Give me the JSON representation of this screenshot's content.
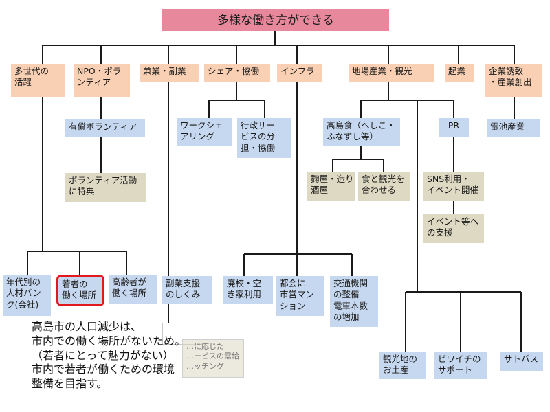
{
  "root": "多様な働き方ができる",
  "categories": {
    "tasedai": [
      "多世代の",
      "活躍"
    ],
    "npo": [
      "NPO・ボラ",
      "ンティア"
    ],
    "kengyo": "兼業・副業",
    "share": "シェア・協働",
    "infra": "インフラ",
    "jiba": "地場産業・観光",
    "kigyo": "起業",
    "yuchi": [
      "企業誘致",
      "・産業創出"
    ]
  },
  "npo_children": {
    "yusho": "有償ボランティア",
    "tokuten": [
      "ボランティア活動",
      "に特典"
    ]
  },
  "share_children": {
    "worksharing": [
      "ワークシェ",
      "アリング"
    ],
    "gyosei": [
      "行政サー",
      "ビスの分",
      "担・協働"
    ]
  },
  "jiba_children": {
    "takashimashoku": [
      "高島食（へしこ・",
      "ふなずし等）"
    ],
    "kojiya": [
      "麹屋・造り",
      "酒屋"
    ],
    "shoku_kanko": [
      "食と観光を",
      "合わせる"
    ],
    "pr": "PR",
    "sns": [
      "SNS利用・",
      "イベント開催"
    ],
    "event_shien": [
      "イベント等へ",
      "の支援"
    ],
    "omiyage": [
      "観光地の",
      "お土産"
    ],
    "biwaichi": [
      "ビワイチの",
      "サポート"
    ],
    "sato_bus": "サトバス"
  },
  "yuchi_children": {
    "denchi": "電池産業"
  },
  "tasedai_children": {
    "nendai": [
      "年代別の",
      "人材バン",
      "ク(会社)"
    ],
    "wakamono": [
      "若者の",
      "働く場所"
    ],
    "koreisha": [
      "高齢者が",
      "働く場所"
    ]
  },
  "kengyo_children": {
    "fukugyo": [
      "副業支援",
      "のしくみ"
    ],
    "ghost": [
      "…に応じた",
      "…ービスの需給",
      "…ッチング"
    ]
  },
  "infra_children": {
    "haiko": [
      "廃校・空",
      "き家利用"
    ],
    "tokai": [
      "都会に",
      "市営マン",
      "ション"
    ],
    "kotsu": [
      "交通機関",
      "の整備",
      "電車本数",
      "の増加"
    ]
  },
  "note": [
    "高島市の人口減少は、",
    "市内での働く場所がないため。",
    "（若者にとって魅力がない）",
    "市内で若者が働くための環境",
    "整備を目指す。"
  ],
  "colors": {
    "root": "#e7889c",
    "category": "#f9d0b3",
    "item": "#c6d8ef",
    "sub_item": "#ddd9c3",
    "highlight": "#e0191d"
  }
}
